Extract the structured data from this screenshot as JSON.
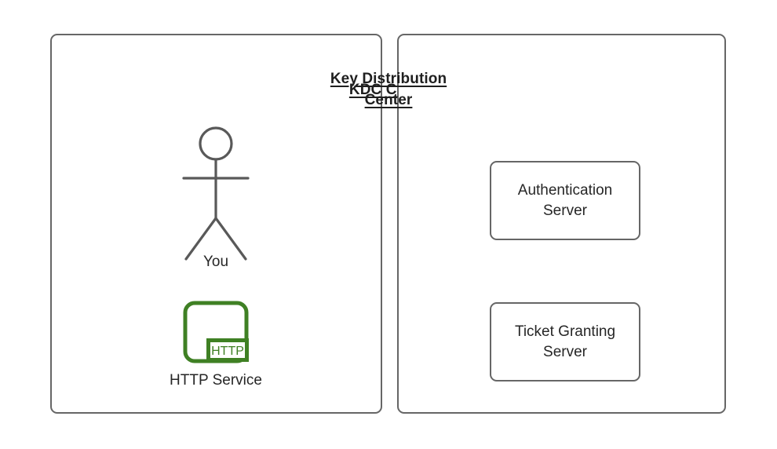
{
  "diagram": {
    "type": "kerberos-architecture",
    "background_color": "#ffffff",
    "stroke_color": "#666666",
    "text_color": "#262626",
    "accent_color": "#3f8024"
  },
  "panels": [
    {
      "id": "kdc-client",
      "title_lines": [
        "KDC Client"
      ],
      "nodes": [
        {
          "id": "actor-you",
          "label": "You",
          "shape": "stick-figure"
        },
        {
          "id": "http-service",
          "label": "HTTP Service",
          "shape": "service-icon",
          "badge": "HTTP",
          "color": "#3f8024"
        }
      ]
    },
    {
      "id": "key-distribution-center",
      "title_lines": [
        "Key Distribution",
        "Center"
      ],
      "nodes": [
        {
          "id": "authentication-server",
          "label_lines": [
            "Authentication",
            "Server"
          ],
          "shape": "rounded-rect"
        },
        {
          "id": "ticket-granting-server",
          "label_lines": [
            "Ticket Granting",
            "Server"
          ],
          "shape": "rounded-rect"
        }
      ]
    }
  ],
  "labels": {
    "client_title": "KDC Client",
    "kdc_title_line1": "Key Distribution",
    "kdc_title_line2": "Center",
    "actor_name": "You",
    "http_service": "HTTP Service",
    "http_badge": "HTTP",
    "auth_server_line1": "Authentication",
    "auth_server_line2": "Server",
    "tgs_line1": "Ticket Granting",
    "tgs_line2": "Server"
  }
}
